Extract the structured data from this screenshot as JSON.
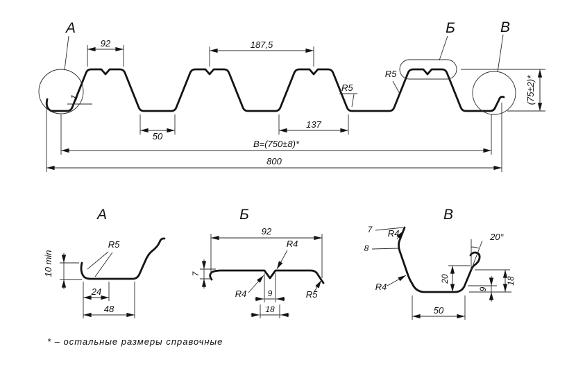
{
  "main": {
    "dim_crown_width": "92",
    "dim_pitch": "187,5",
    "dim_valley_width": "50",
    "dim_rib_spacing": "137",
    "dim_cover_width": "B=(750±8)*",
    "dim_total_width": "800",
    "dim_height": "(75±2)*",
    "dim_thickness": "1",
    "radius_valley": "R5",
    "radius_crown": "R5",
    "callout_a": "А",
    "callout_b": "Б",
    "callout_v": "В"
  },
  "detail_a": {
    "title": "А",
    "radius": "R5",
    "dim_lip_height": "10 min",
    "dim_24": "24",
    "dim_48": "48"
  },
  "detail_b": {
    "title": "Б",
    "dim_width": "92",
    "radius_top": "R4",
    "radius_bottom": "R4",
    "radius_right": "R5",
    "dim_edge_drop": "7",
    "dim_groove_width": "9",
    "dim_groove_outer": "18"
  },
  "detail_v": {
    "title": "В",
    "dim_7": "7",
    "dim_8": "8",
    "radius_top": "R4",
    "radius_bottom": "R4",
    "angle": "20°",
    "dim_lip_height": "20",
    "dim_9": "9",
    "dim_18": "18",
    "dim_bottom_width": "50"
  },
  "footnote": "* – остальные размеры справочные"
}
